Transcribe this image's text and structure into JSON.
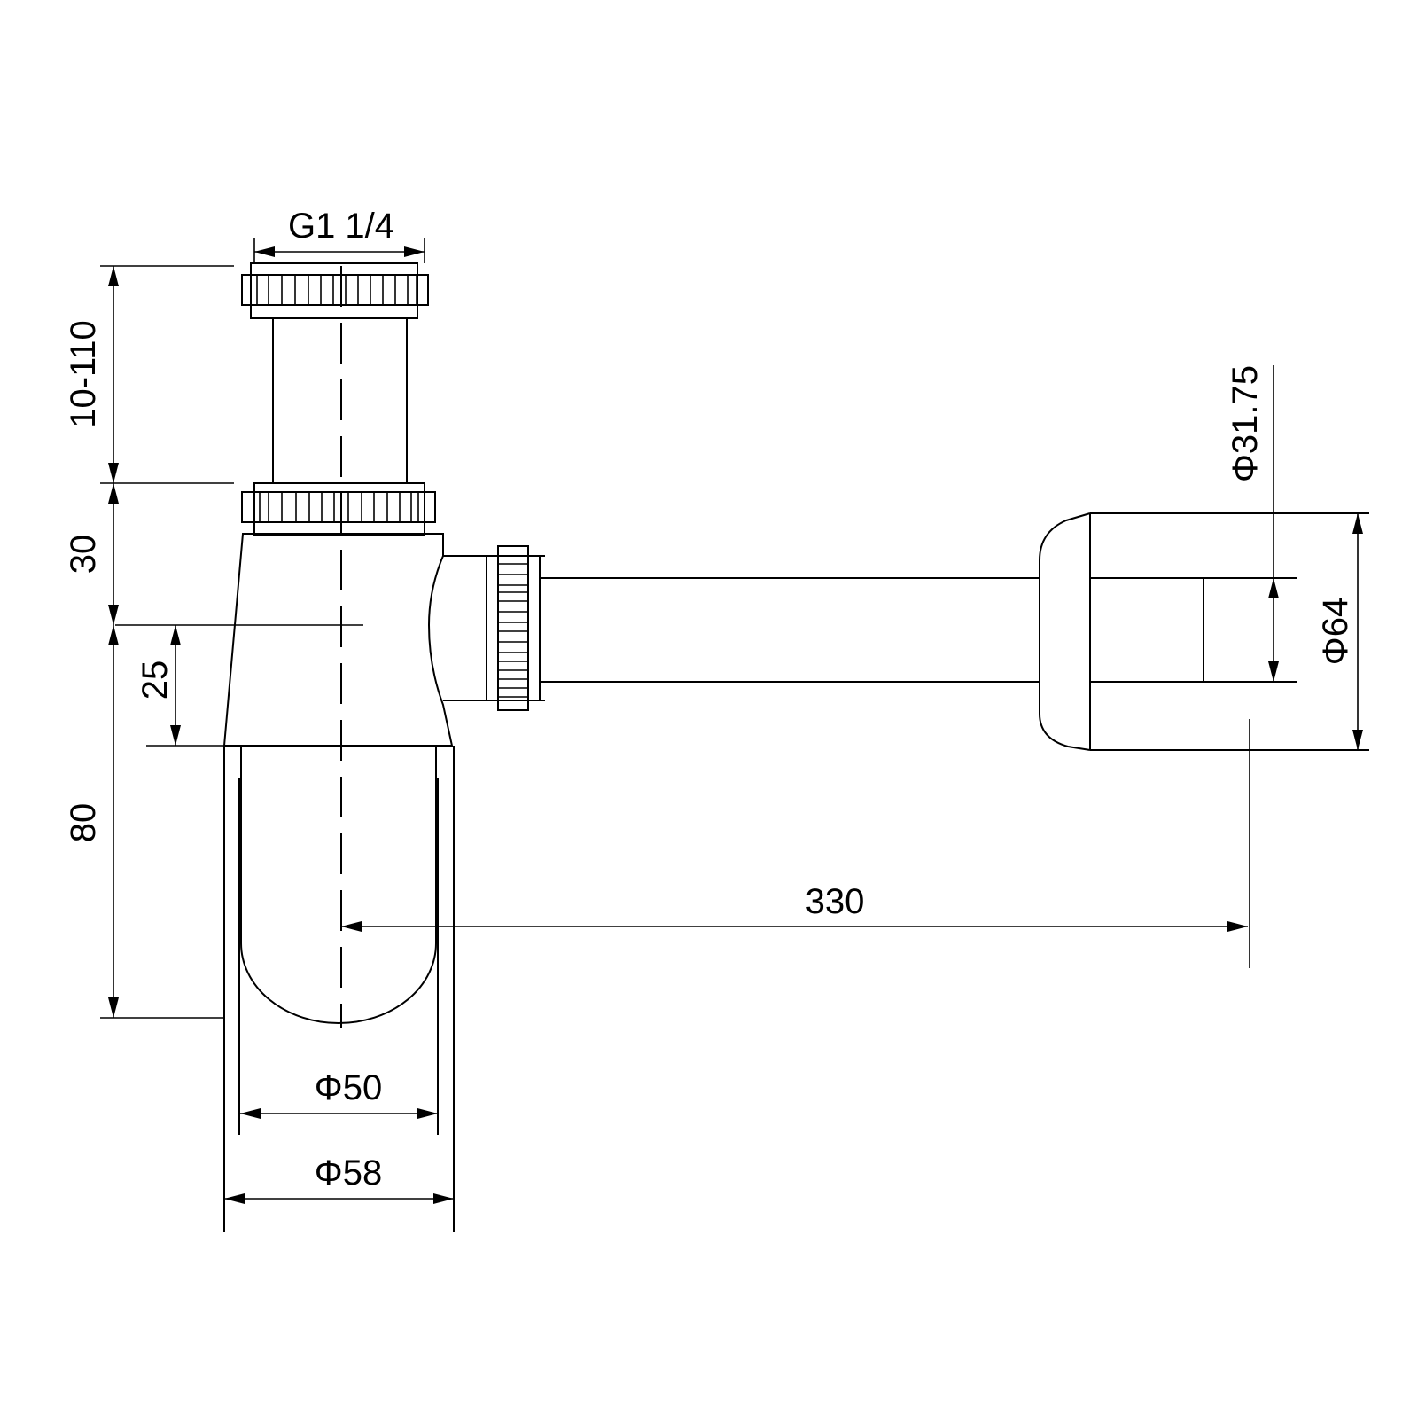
{
  "drawing": {
    "title": "Bottle trap technical drawing",
    "colors": {
      "line": "#000000",
      "background": "#ffffff"
    },
    "dimensions": {
      "thread": "G1 1/4",
      "extension_height": "10-110",
      "nut_height": "30",
      "outlet_offset": "25",
      "body_height": "80",
      "inner_diameter": "Φ50",
      "outer_diameter": "Φ58",
      "horizontal_length": "330",
      "pipe_diameter": "Φ31.75",
      "flange_diameter": "Φ64"
    }
  }
}
